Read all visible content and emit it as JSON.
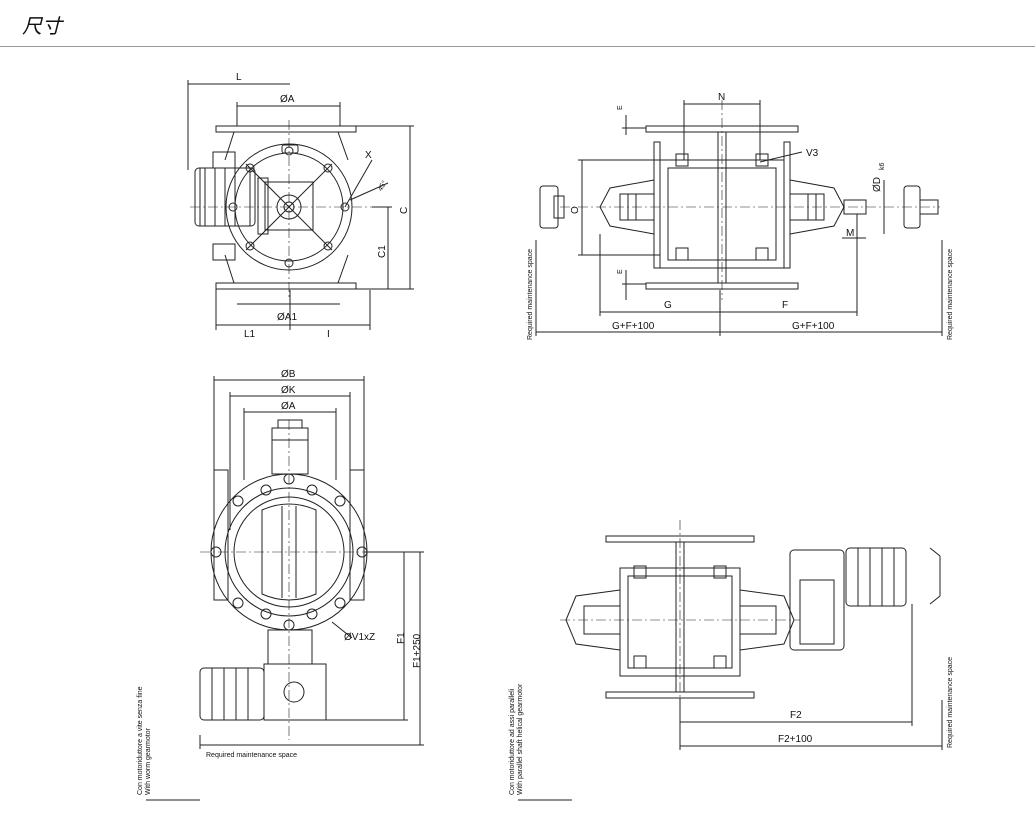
{
  "header": {
    "title": "尺寸"
  },
  "view_front": {
    "L": "L",
    "A": "ØA",
    "A1": "ØA1",
    "L1": "L1",
    "I": "I",
    "C": "C",
    "C1": "C1",
    "X": "X",
    "angle": "45°"
  },
  "view_side": {
    "N": "N",
    "E_top": "E",
    "E_bottom": "E",
    "V3": "V3",
    "O": "O",
    "D": "ØD",
    "D_tol": "k6",
    "M": "M",
    "G": "G",
    "F": "F",
    "GF_left": "G+F+100",
    "GF_right": "G+F+100",
    "maint_left": "Required maintenance space",
    "maint_right": "Required maintenance space"
  },
  "view_bottom": {
    "B": "ØB",
    "K": "ØK",
    "A": "ØA",
    "V1": "ØV1xZ",
    "F1": "F1",
    "F1_250": "F1+250",
    "maint": "Required maintenance space",
    "note_it": "Con motoriduttore a vite senza fine",
    "note_en": "With worm gearmotor"
  },
  "view_helical": {
    "F2": "F2",
    "F2_100": "F2+100",
    "maint": "Required maintenance space",
    "note_it": "Con motoriduttore ad assi paralleli",
    "note_en": "With parallel shaft helical gearmotor"
  }
}
